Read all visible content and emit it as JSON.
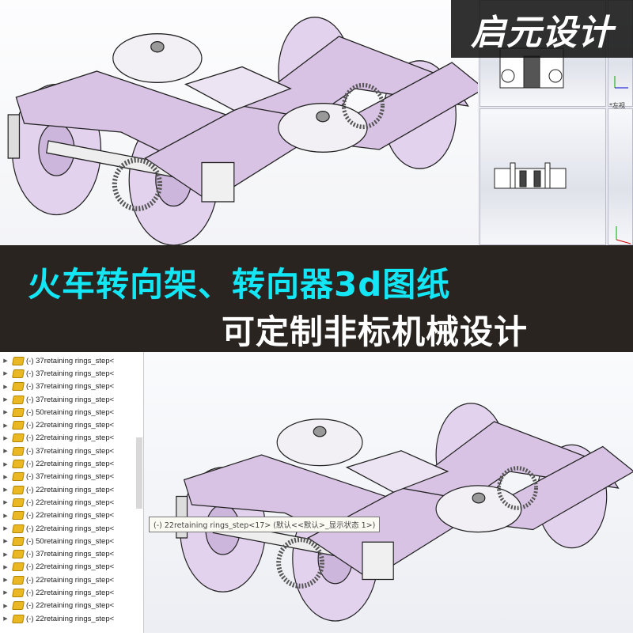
{
  "brand": {
    "logo_text": "启元设计"
  },
  "banner": {
    "title": "火车转向架、转向器3d图纸",
    "subtitle": "可定制非标机械设计"
  },
  "cad": {
    "view_label": "*左视",
    "tooltip": "(-) 22retaining rings_step<17> (默认<<默认>_显示状态 1>)",
    "tree_items": [
      "(-) 37retaining rings_step<",
      "(-) 37retaining rings_step<",
      "(-) 37retaining rings_step<",
      "(-) 37retaining rings_step<",
      "(-) 50retaining rings_step<",
      "(-) 22retaining rings_step<",
      "(-) 22retaining rings_step<",
      "(-) 37retaining rings_step<",
      "(-) 22retaining rings_step<",
      "(-) 37retaining rings_step<",
      "(-) 22retaining rings_step<",
      "(-) 22retaining rings_step<",
      "(-) 22retaining rings_step<",
      "(-) 22retaining rings_step<",
      "(-) 50retaining rings_step<",
      "(-) 37retaining rings_step<",
      "(-) 22retaining rings_step<",
      "(-) 22retaining rings_step<",
      "(-) 22retaining rings_step<",
      "(-) 22retaining rings_step<",
      "(-) 22retaining rings_step<"
    ],
    "part_color": "#d8c3e4"
  }
}
